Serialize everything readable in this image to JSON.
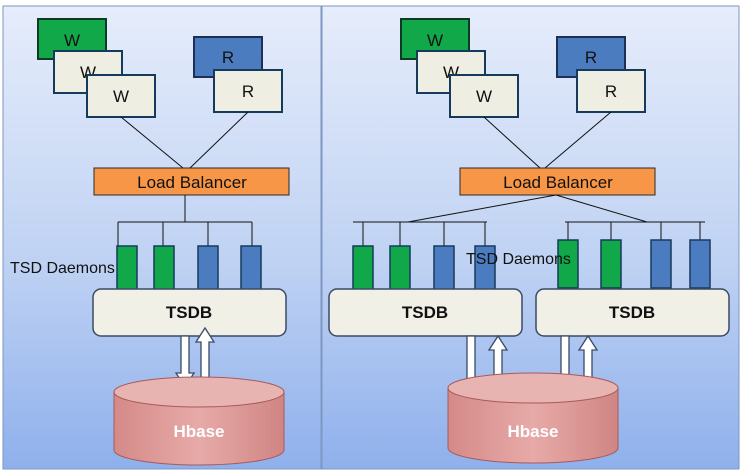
{
  "colors": {
    "panel_top": "#e4ecfb",
    "panel_bottom": "#8fb0ec",
    "writer_green": "#11a84a",
    "box_light": "#eeeee2",
    "reader_blue": "#4c7cc0",
    "balancer_orange": "#f79646",
    "tsdb_fill": "#f1f0e6",
    "hbase_fill": "#d99694"
  },
  "left": {
    "writers": [
      "W",
      "W",
      "W"
    ],
    "readers": [
      "R",
      "R"
    ],
    "load_balancer": "Load Balancer",
    "daemons_label": "TSD Daemons",
    "tsdb": "TSDB",
    "hbase": "Hbase"
  },
  "right": {
    "writers": [
      "W",
      "W",
      "W"
    ],
    "readers": [
      "R",
      "R"
    ],
    "load_balancer": "Load Balancer",
    "daemons_label": "TSD Daemons",
    "tsdb_1": "TSDB",
    "tsdb_2": "TSDB",
    "hbase": "Hbase"
  }
}
